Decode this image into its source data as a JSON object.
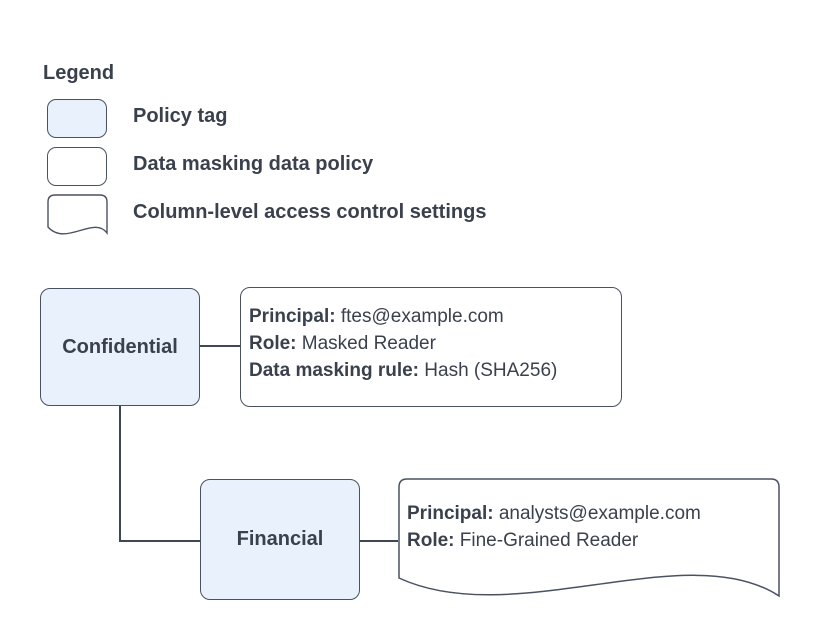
{
  "colors": {
    "node_fill": "#e9f1fd",
    "stroke": "#4a5261",
    "text": "#3a414d",
    "policy_fill": "#ffffff"
  },
  "legend": {
    "title": "Legend",
    "items": [
      {
        "shape": "policy-tag-swatch",
        "label": "Policy tag"
      },
      {
        "shape": "data-masking-policy-swatch",
        "label": "Data masking data policy"
      },
      {
        "shape": "column-access-swatch",
        "label": "Column-level access control settings"
      }
    ]
  },
  "diagram": {
    "confidential": {
      "label": "Confidential"
    },
    "financial": {
      "label": "Financial"
    },
    "masking_policy": {
      "lines": [
        {
          "label": "Principal:",
          "value": " ftes@example.com"
        },
        {
          "label": "Role:",
          "value": " Masked Reader"
        },
        {
          "label": "Data masking rule:",
          "value": " Hash (SHA256)"
        }
      ]
    },
    "column_access": {
      "lines": [
        {
          "label": "Principal:",
          "value": " analysts@example.com"
        },
        {
          "label": "Role:",
          "value": " Fine-Grained Reader"
        }
      ]
    }
  }
}
